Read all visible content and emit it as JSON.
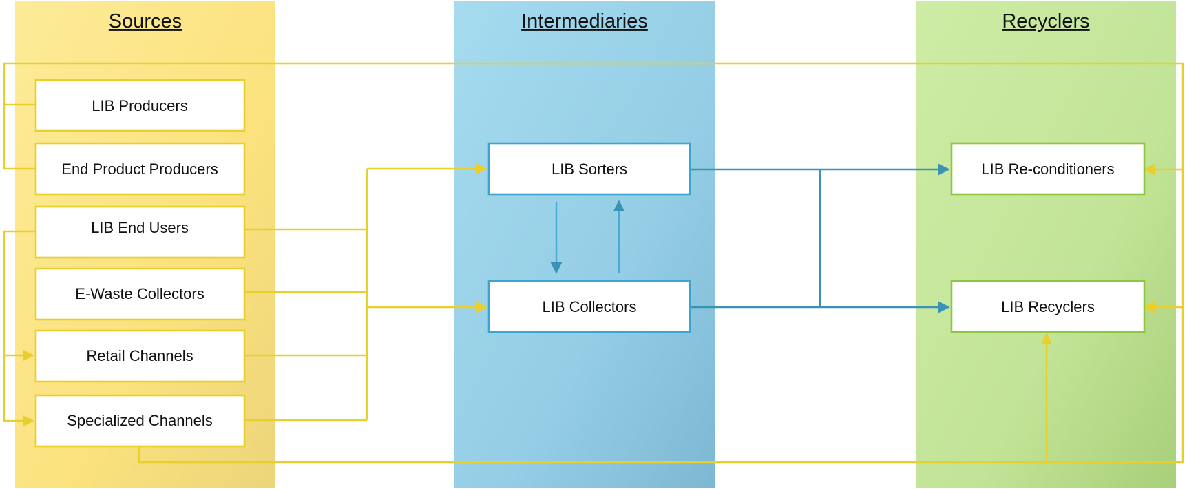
{
  "columns": {
    "sources": "Sources",
    "intermediaries": "Intermediaries",
    "recyclers": "Recyclers"
  },
  "nodes": {
    "lib_producers": "LIB Producers",
    "end_product_producers": "End Product Producers",
    "lib_end_users": "LIB End Users",
    "e_waste_collectors": "E-Waste Collectors",
    "retail_channels": "Retail Channels",
    "specialized_channels": "Specialized Channels",
    "lib_sorters": "LIB Sorters",
    "lib_collectors": "LIB Collectors",
    "lib_reconditioners": "LIB Re-conditioners",
    "lib_recyclers": "LIB Recyclers"
  },
  "colors": {
    "sources_band": "#fbe48a",
    "intermediaries_band": "#8ecbe4",
    "recyclers_band": "#c2e49a",
    "yellow_flow": "#e8cf2c",
    "blue_flow": "#3a93b4",
    "green_border": "#8ec63f"
  }
}
